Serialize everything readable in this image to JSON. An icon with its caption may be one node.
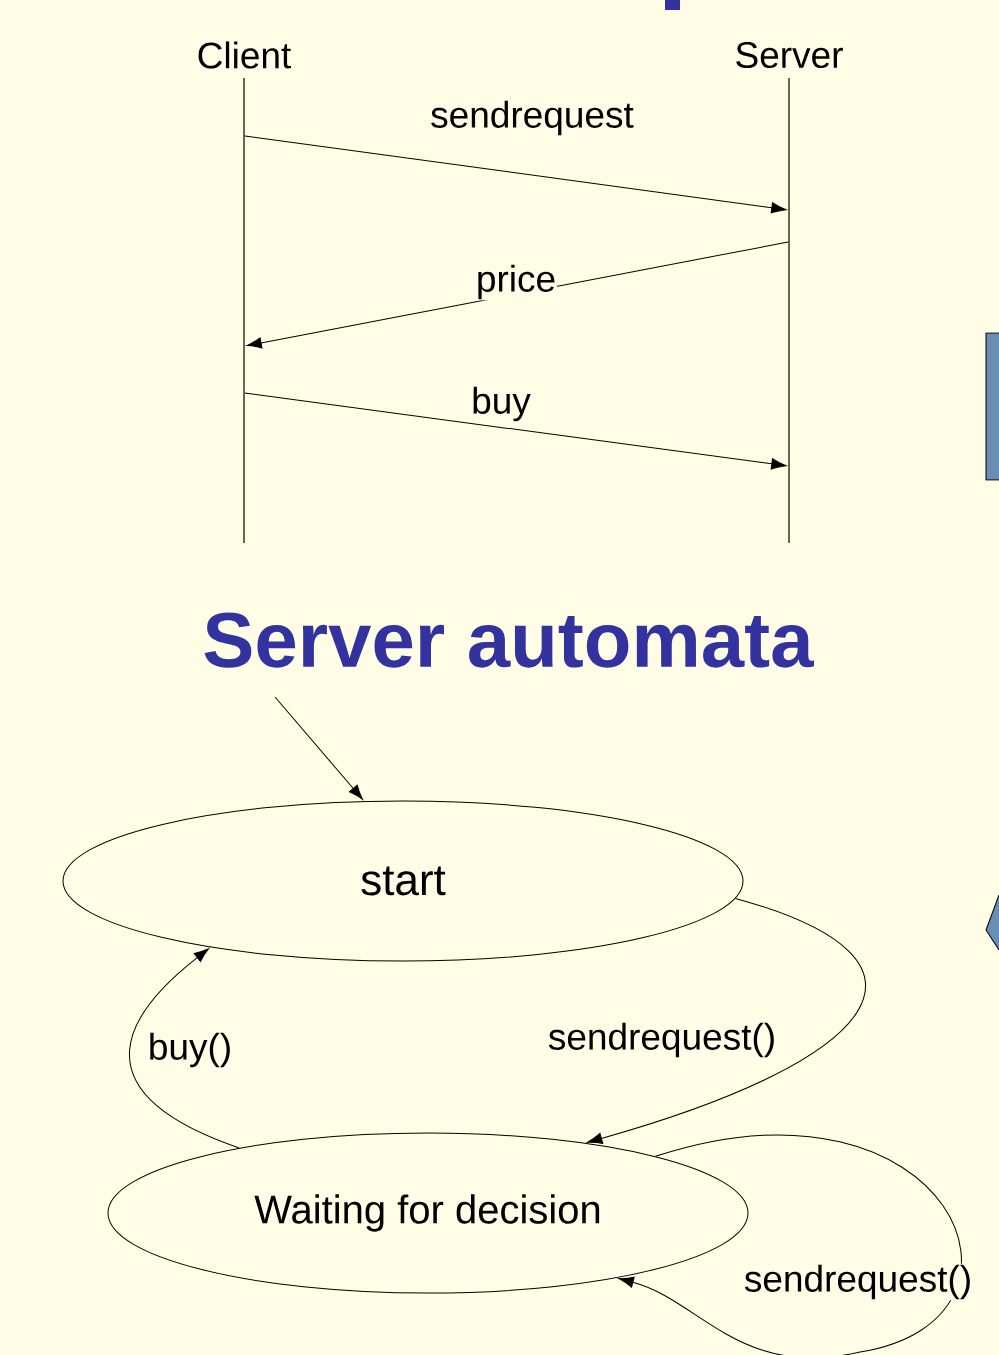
{
  "diagram": {
    "title": "Server automata",
    "nodes": [
      {
        "text": [],
        "shape": "bar",
        "beside": [
          "Client"
        ]
      },
      {
        "text": [],
        "shape": "bar",
        "beside": [
          "Server"
        ]
      },
      {
        "text": [
          "start"
        ]
      },
      {
        "text": [
          "Waiting for decision"
        ]
      }
    ],
    "edges": [
      {
        "from": 0,
        "to": 1,
        "arrow": "to",
        "label": "sendrequest"
      },
      {
        "from": 1,
        "to": 0,
        "arrow": "to",
        "label": "price"
      },
      {
        "from": 0,
        "to": 1,
        "arrow": "to",
        "label": "buy"
      },
      {
        "from": null,
        "to": 2,
        "arrow": "to"
      },
      {
        "from": 2,
        "to": 3,
        "arrow": "to",
        "label": "sendrequest()"
      },
      {
        "from": 3,
        "to": 2,
        "arrow": "to",
        "label": "buy()"
      },
      {
        "from": 3,
        "to": 3,
        "arrow": "to",
        "label": "sendrequest()"
      }
    ]
  }
}
